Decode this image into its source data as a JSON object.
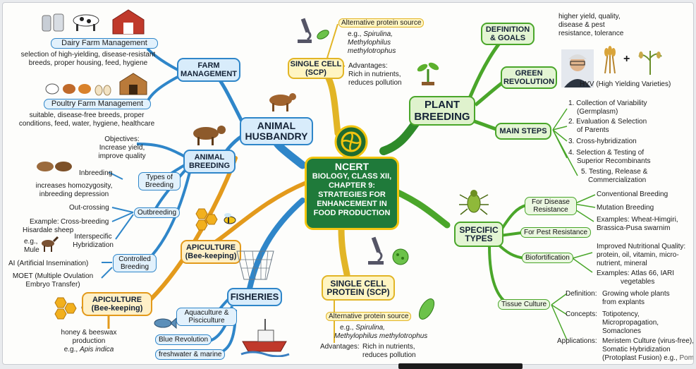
{
  "center": {
    "l1": "NCERT",
    "l2": "BIOLOGY, CLASS XII,",
    "l3": "CHAPTER 9:",
    "l4": "STRATEGIES FOR",
    "l5": "ENHANCEMENT IN",
    "l6": "FOOD PRODUCTION"
  },
  "animal_husbandry": {
    "title1": "ANIMAL",
    "title2": "HUSBANDRY",
    "farm_management": {
      "t1": "FARM",
      "t2": "MANAGEMENT"
    },
    "dairy": {
      "title": "Dairy Farm Management",
      "d1": "selection of high-yielding, disease-resistant",
      "d2": "breeds, proper housing, feed, hygiene"
    },
    "poultry": {
      "title": "Poultry Farm Management",
      "d1": "suitable, disease-free breeds, proper",
      "d2": "conditions, feed, water, hygiene, healthcare"
    },
    "animal_breeding": {
      "t1": "ANIMAL",
      "t2": "BREEDING"
    },
    "objectives": {
      "l1": "Objectives:",
      "l2": "Increase yield,",
      "l3": "improve quality"
    },
    "types": {
      "l1": "Types of",
      "l2": "Breeding"
    },
    "inbreeding": {
      "label": "Inbreeding",
      "d1": "increases homozygosity,",
      "d2": "inbreeding depression"
    },
    "outbreeding": "Outbreeding",
    "outcrossing": "Out-crossing",
    "crossbreeding": "Cross-breeding",
    "example": {
      "l1": "Example:",
      "l2": "Hisardale sheep"
    },
    "interspecific": {
      "l1": "Interspecific",
      "l2": "Hybridization"
    },
    "mule": {
      "l1": "e.g.,",
      "l2": "Mule"
    },
    "controlled": {
      "l1": "Controlled",
      "l2": "Breeding"
    },
    "ai": "AI (Artificial Insemination)",
    "moet": {
      "l1": "MOET (Multiple Ovulation",
      "l2": "Embryo Transfer)"
    },
    "apiculture_mid": {
      "l1": "APICULTURE",
      "l2": "(Bee-keeping)"
    },
    "apiculture_low": {
      "l1": "APICULTURE",
      "l2": "(Bee-keeping)"
    },
    "honey": {
      "l1": "honey & beeswax",
      "l2": "production",
      "l3": "e.g., ",
      "l3i": "Apis indica"
    },
    "fisheries": "FISHERIES",
    "aquaculture": {
      "l1": "Aquaculture &",
      "l2": "Pisciculture"
    },
    "blue_revolution": "Blue Revolution",
    "freshwater": "freshwater & marine"
  },
  "scp_top": {
    "t1": "SINGLE CELL",
    "t2": "(SCP)",
    "alt": "Alternative protein source",
    "eg": "e.g., ",
    "sp1": "Spirulina,",
    "sp2": "Methylophilus",
    "sp3": "methylotrophus",
    "adv1": "Advantages:",
    "adv2": "Rich in nutrients,",
    "adv3": "reduces pollution"
  },
  "scp_bottom": {
    "t1": "SINGLE CELL",
    "t2": "PROTEIN (SCP)",
    "alt": "Alternative protein source",
    "eg": "e.g., ",
    "sp1": "Spirulina,",
    "sp2": "Methylophilus methylotrophus",
    "adv_label": "Advantages:",
    "adv1": "Rich in nutrients,",
    "adv2": "reduces pollution"
  },
  "plant_breeding": {
    "t1": "PLANT",
    "t2": "BREEDING",
    "definition": {
      "t1": "DEFINITION",
      "t2": "& GOALS",
      "d1": "higher yield, quality,",
      "d2": "disease & pest",
      "d3": "resistance, tolerance"
    },
    "green_rev": {
      "t1": "GREEN",
      "t2": "REVOLUTION",
      "hyv": "HYV (High Yielding Varieties)"
    },
    "main_steps": {
      "title": "MAIN STEPS",
      "s1a": "1. Collection of Variability",
      "s1b": "(Germplasm)",
      "s2a": "2. Evaluation & Selection",
      "s2b": "of Parents",
      "s3": "3. Cross-hybridization",
      "s4a": "4. Selection & Testing of",
      "s4b": "Superior Recombinants",
      "s5a": "5. Testing, Release &",
      "s5b": "Commercialization"
    },
    "specific": {
      "t1": "SPECIFIC",
      "t2": "TYPES"
    },
    "disease": {
      "t1": "For Disease",
      "t2": "Resistance",
      "conv": "Conventional Breeding",
      "mut": "Mutation Breeding",
      "ex1": "Examples: Wheat-Himgiri,",
      "ex2": "Brassica-Pusa swarnim"
    },
    "pest": "For Pest Resistance",
    "biofort": {
      "label": "Biofortification",
      "q1": "Improved Nutritional Quality:",
      "q2": "protein, oil, vitamin, micro-",
      "q3": "nutrient, mineral",
      "ex1": "Examples: Atlas 66, IARI",
      "ex2": "vegetables"
    },
    "tissue": {
      "label": "Tissue Culture",
      "def_label": "Definition:",
      "def1": "Growing whole plants",
      "def2": "from explants",
      "con_label": "Concepts:",
      "con1": "Totipotency,",
      "con2": "Micropropagation,",
      "con3": "Somaclones",
      "app_label": "Applications:",
      "app1": "Meristem Culture (virus-free),",
      "app2": "Somatic Hybridization",
      "app3": "(Protoplast Fusion) e.g., ",
      "app3b": "Pomato"
    }
  },
  "colors": {
    "blue": "#2f86c9",
    "orange": "#e39a1c",
    "green": "#4aa62a",
    "yellow": "#e2b526",
    "center_bg": "#1f7a3a"
  },
  "icons": [
    "milk-cans-icon",
    "cow-icon",
    "barn-icon",
    "hen-icon",
    "eggs-icon",
    "coop-icon",
    "microscope-icon",
    "bee-icon",
    "honeycomb-icon",
    "fish-icon",
    "boat-icon",
    "net-icon",
    "bacteria-icon",
    "seedling-icon",
    "scientist-portrait-icon",
    "wheat-icon",
    "rice-icon",
    "insect-icon",
    "mule-icon",
    "cattle-icon",
    "gear-emblem-icon"
  ]
}
